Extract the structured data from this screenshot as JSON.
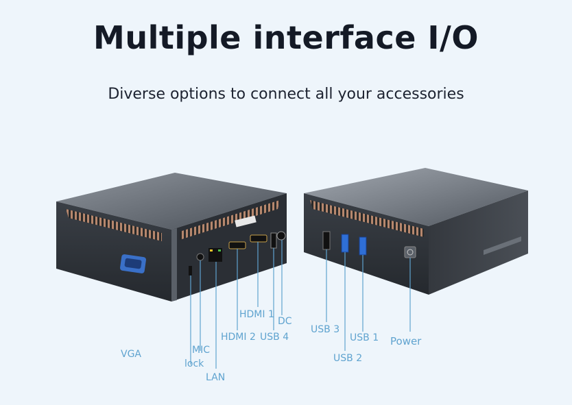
{
  "header": {
    "title": "Multiple interface I/O",
    "subtitle": "Diverse options to connect all your accessories"
  },
  "labels": {
    "vga": "VGA",
    "mic": "MIC",
    "lock": "lock",
    "lan": "LAN",
    "hdmi2": "HDMI 2",
    "hdmi1": "HDMI 1",
    "usb4": "USB 4",
    "dc": "DC",
    "usb3": "USB 3",
    "usb2": "USB 2",
    "usb1": "USB 1",
    "power": "Power"
  },
  "colors": {
    "background": "#eef5fb",
    "label_blue": "#5fa3cf",
    "usb_blue": "#2f6fd6",
    "vga_blue": "#3a70c8"
  }
}
